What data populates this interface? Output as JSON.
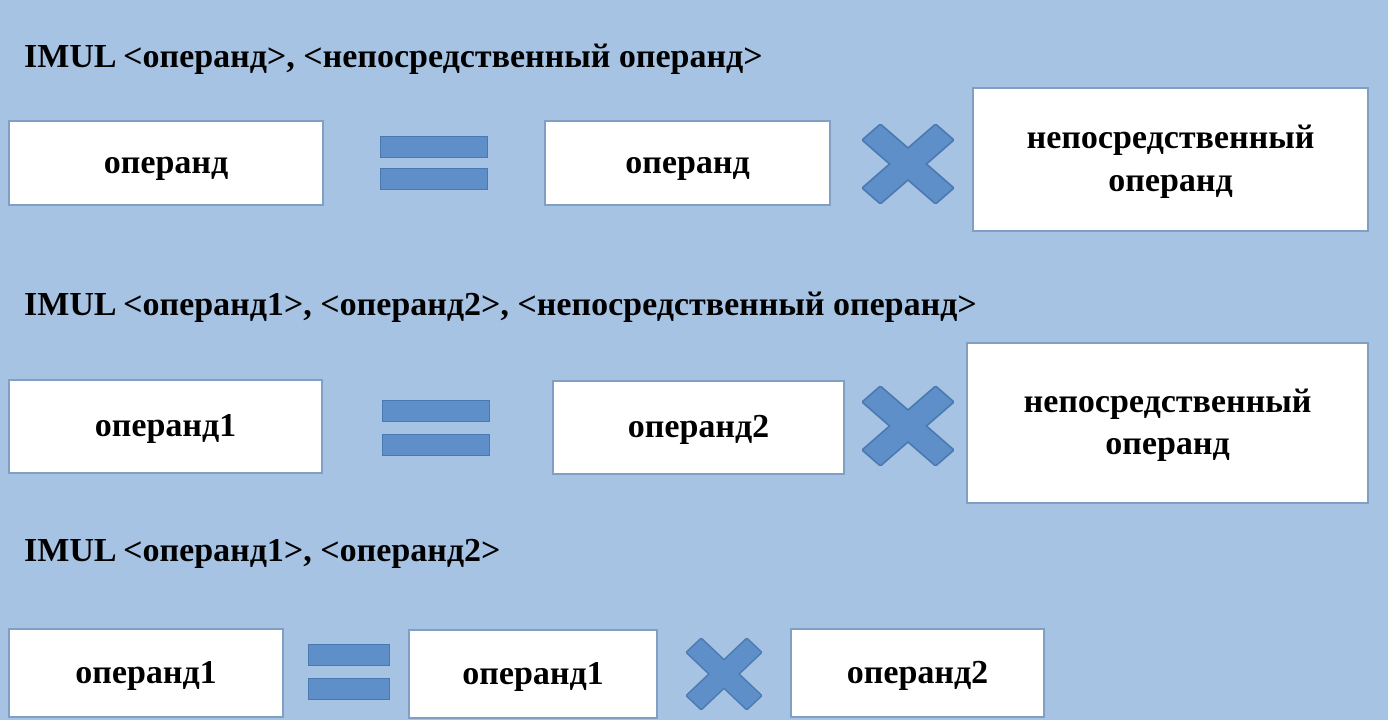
{
  "colors": {
    "background": "#a6c3e3",
    "operator_fill": "#5f8fc8",
    "box_fill": "#ffffff"
  },
  "icons": [
    "equals-icon",
    "multiply-icon"
  ],
  "row1": {
    "heading": "IMUL <операнд>, <непосредственный операнд>",
    "result": "операнд",
    "left_factor": "операнд",
    "right_factor_line1": "непосредственный",
    "right_factor_line2": "операнд"
  },
  "row2": {
    "heading": "IMUL <операнд1>, <операнд2>, <непосредственный операнд>",
    "result": "операнд1",
    "left_factor": "операнд2",
    "right_factor_line1": "непосредственный",
    "right_factor_line2": "операнд"
  },
  "row3": {
    "heading": "IMUL <операнд1>, <операнд2>",
    "result": "операнд1",
    "left_factor": "операнд1",
    "right_factor": "операнд2"
  }
}
